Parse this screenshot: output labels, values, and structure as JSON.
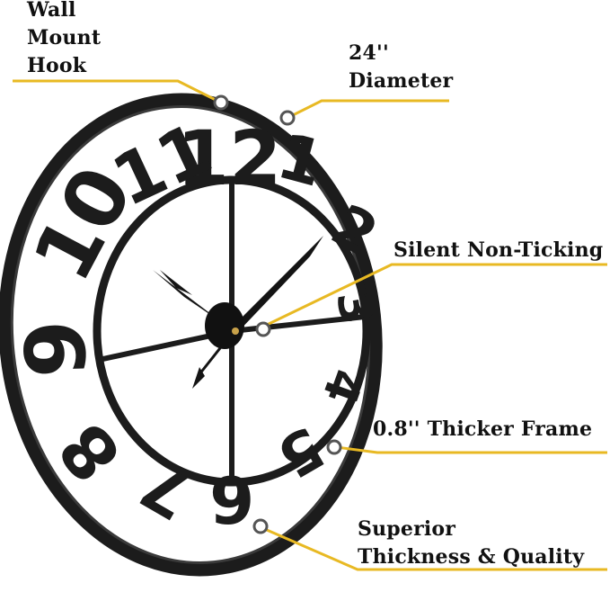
{
  "callouts": {
    "wall_hook": {
      "lines": [
        "Wall",
        "Mount",
        "Hook"
      ]
    },
    "diameter": {
      "lines": [
        "24''",
        "Diameter"
      ]
    },
    "silent": {
      "text": "Silent Non-Ticking"
    },
    "frame": {
      "text": "0.8'' Thicker Frame"
    },
    "quality": {
      "lines": [
        "Superior",
        "Thickness & Quality"
      ]
    }
  },
  "clock": {
    "numerals": [
      "12",
      "1",
      "2",
      "3",
      "4",
      "5",
      "6",
      "7",
      "8",
      "9",
      "10",
      "11"
    ],
    "frame_color": "#1c1c1c",
    "hand_color": "#141414"
  },
  "colors": {
    "accent": "#e8b923",
    "text": "#111111",
    "background": "#ffffff"
  }
}
